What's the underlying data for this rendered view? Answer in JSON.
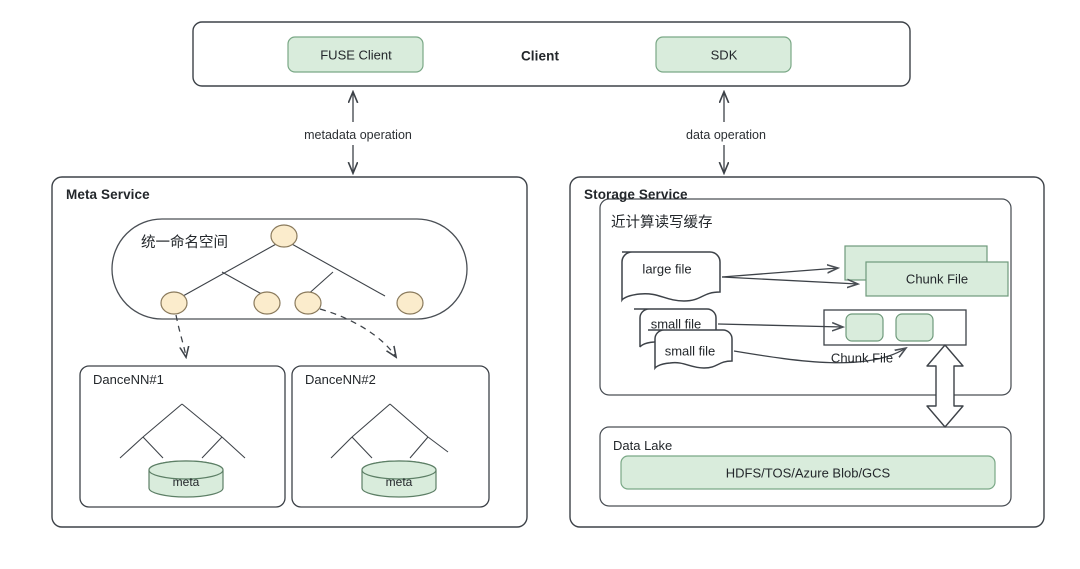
{
  "diagram": {
    "title_present": false,
    "background": "#ffffff",
    "stroke": "#3d4248",
    "green_fill": "#d9ecdc",
    "green_stroke": "#7aa886",
    "node_fill": "#fbeccc",
    "node_stroke": "#8a7a5c"
  },
  "client": {
    "title": "Client",
    "boxes": [
      {
        "label": "FUSE Client"
      },
      {
        "label": "SDK"
      }
    ]
  },
  "connectors": [
    {
      "label": "metadata operation",
      "direction": "bidirectional"
    },
    {
      "label": "data operation",
      "direction": "bidirectional"
    }
  ],
  "meta_service": {
    "title": "Meta Service",
    "namespace": {
      "label": "统一命名空间",
      "node_count": 5
    },
    "dancenn": [
      {
        "title": "DanceNN#1",
        "store_label": "meta"
      },
      {
        "title": "DanceNN#2",
        "store_label": "meta"
      }
    ]
  },
  "storage_service": {
    "title": "Storage Service",
    "cache": {
      "label": "近计算读写缓存",
      "files": [
        {
          "label": "large file"
        },
        {
          "label": "small file"
        },
        {
          "label": "small file"
        }
      ],
      "chunk_stack_label": "Chunk File",
      "chunk_cells_label": "Chunk File",
      "chunk_cells": 2
    },
    "data_lake": {
      "title": "Data Lake",
      "backend_label": "HDFS/TOS/Azure Blob/GCS"
    }
  }
}
